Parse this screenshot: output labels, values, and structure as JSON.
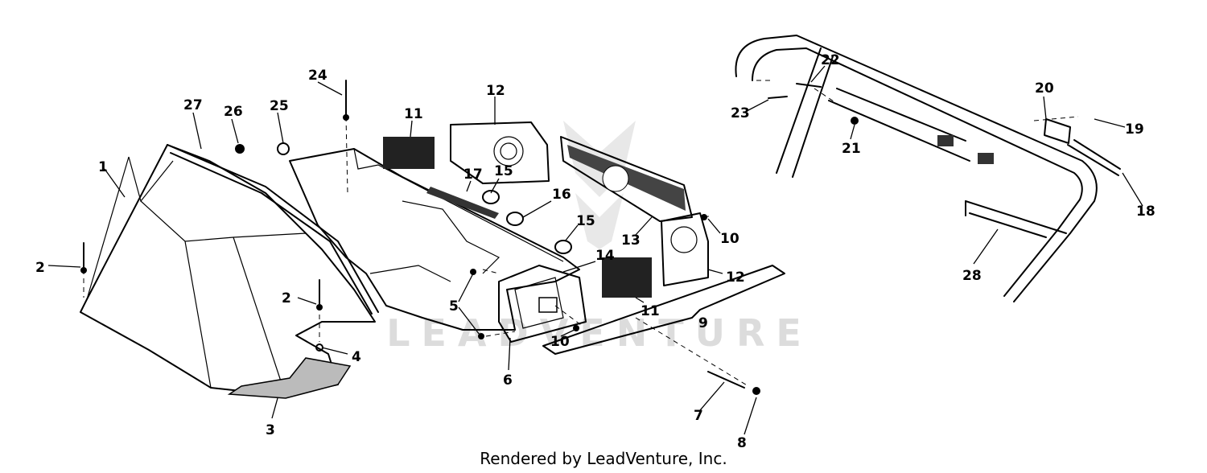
{
  "diagram": {
    "watermark": "LEADVENTURE",
    "footer": "Rendered by LeadVenture, Inc.",
    "callouts": {
      "c1": "1",
      "c2a": "2",
      "c2b": "2",
      "c3": "3",
      "c4": "4",
      "c5": "5",
      "c6": "6",
      "c7": "7",
      "c8": "8",
      "c9": "9",
      "c10a": "10",
      "c10b": "10",
      "c11a": "11",
      "c11b": "11",
      "c12a": "12",
      "c12b": "12",
      "c13": "13",
      "c14": "14",
      "c15a": "15",
      "c15b": "15",
      "c16": "16",
      "c17": "17",
      "c18": "18",
      "c19": "19",
      "c20": "20",
      "c21": "21",
      "c22": "22",
      "c23": "23",
      "c24": "24",
      "c25": "25",
      "c26": "26",
      "c27": "27",
      "c28": "28"
    }
  }
}
